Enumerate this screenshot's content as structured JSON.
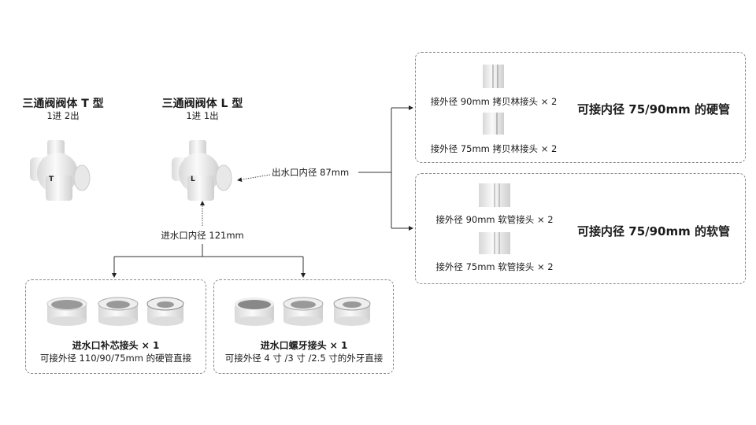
{
  "valves": [
    {
      "title": "三通阀阀体 T 型",
      "subtitle": "1进 2出",
      "mark": "T"
    },
    {
      "title": "三通阀阀体 L 型",
      "subtitle": "1进 1出",
      "mark": "L"
    }
  ],
  "outlet_label": "出水口内径 87mm",
  "inlet_label": "进水口内径 121mm",
  "hard_pipe": {
    "items": [
      "接外径 90mm 拷贝林接头 × 2",
      "接外径 75mm 拷贝林接头 × 2"
    ],
    "summary": "可接内径 75/90mm 的硬管"
  },
  "soft_pipe": {
    "items": [
      "接外径 90mm 软管接头 × 2",
      "接外径 75mm 软管接头 × 2"
    ],
    "summary": "可接内径 75/90mm 的软管"
  },
  "inlet_core": {
    "title": "进水口补芯接头 × 1",
    "desc": "可接外径 110/90/75mm 的硬管直接"
  },
  "inlet_thread": {
    "title": "进水口螺牙接头 × 1",
    "desc": "可接外径 4 寸 /3 寸 /2.5 寸的外牙直接"
  }
}
